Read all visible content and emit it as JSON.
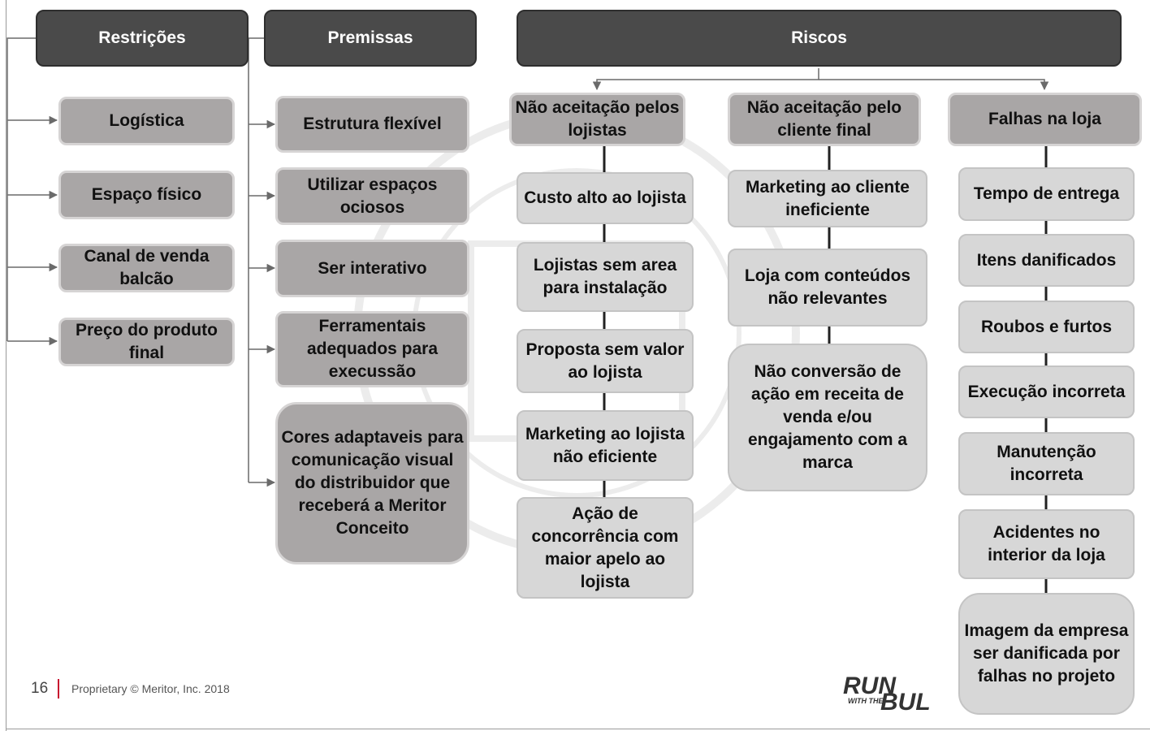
{
  "headers": {
    "restricoes": "Restrições",
    "premissas": "Premissas",
    "riscos": "Riscos"
  },
  "restricoes": [
    "Logística",
    "Espaço físico",
    "Canal de venda balcão",
    "Preço do produto final"
  ],
  "premissas": [
    "Estrutura flexível",
    "Utilizar espaços ociosos",
    "Ser interativo",
    "Ferramentais adequados para execussão",
    "Cores adaptaveis para comunicação visual do distribuidor que receberá a Meritor Conceito"
  ],
  "riscos": {
    "col1": {
      "title": "Não aceitação pelos lojistas",
      "items": [
        "Custo alto ao lojista",
        "Lojistas sem area para instalação",
        "Proposta sem valor ao lojista",
        "Marketing ao lojista não eficiente",
        "Ação de concorrência com maior apelo ao lojista"
      ]
    },
    "col2": {
      "title": "Não aceitação pelo cliente final",
      "items": [
        "Marketing ao cliente ineficiente",
        "Loja com conteúdos não relevantes",
        "Não conversão de ação em receita de venda e/ou engajamento com a marca"
      ]
    },
    "col3": {
      "title": "Falhas na loja",
      "items": [
        "Tempo de entrega",
        "Itens danificados",
        "Roubos e furtos",
        "Execução incorreta",
        "Manutenção incorreta",
        "Acidentes no interior da loja",
        "Imagem da empresa ser danificada por falhas no projeto"
      ]
    }
  },
  "footer": {
    "page_number": "16",
    "text": "Proprietary © Meritor, Inc. 2018"
  },
  "logo": {
    "line1": "RUN",
    "small": "WITH THE",
    "line2": "BUL"
  },
  "colors": {
    "header_bg": "#4a4a4a",
    "dark_box": "#a9a6a6",
    "light_box": "#d7d7d7",
    "accent_red": "#c8102e"
  }
}
